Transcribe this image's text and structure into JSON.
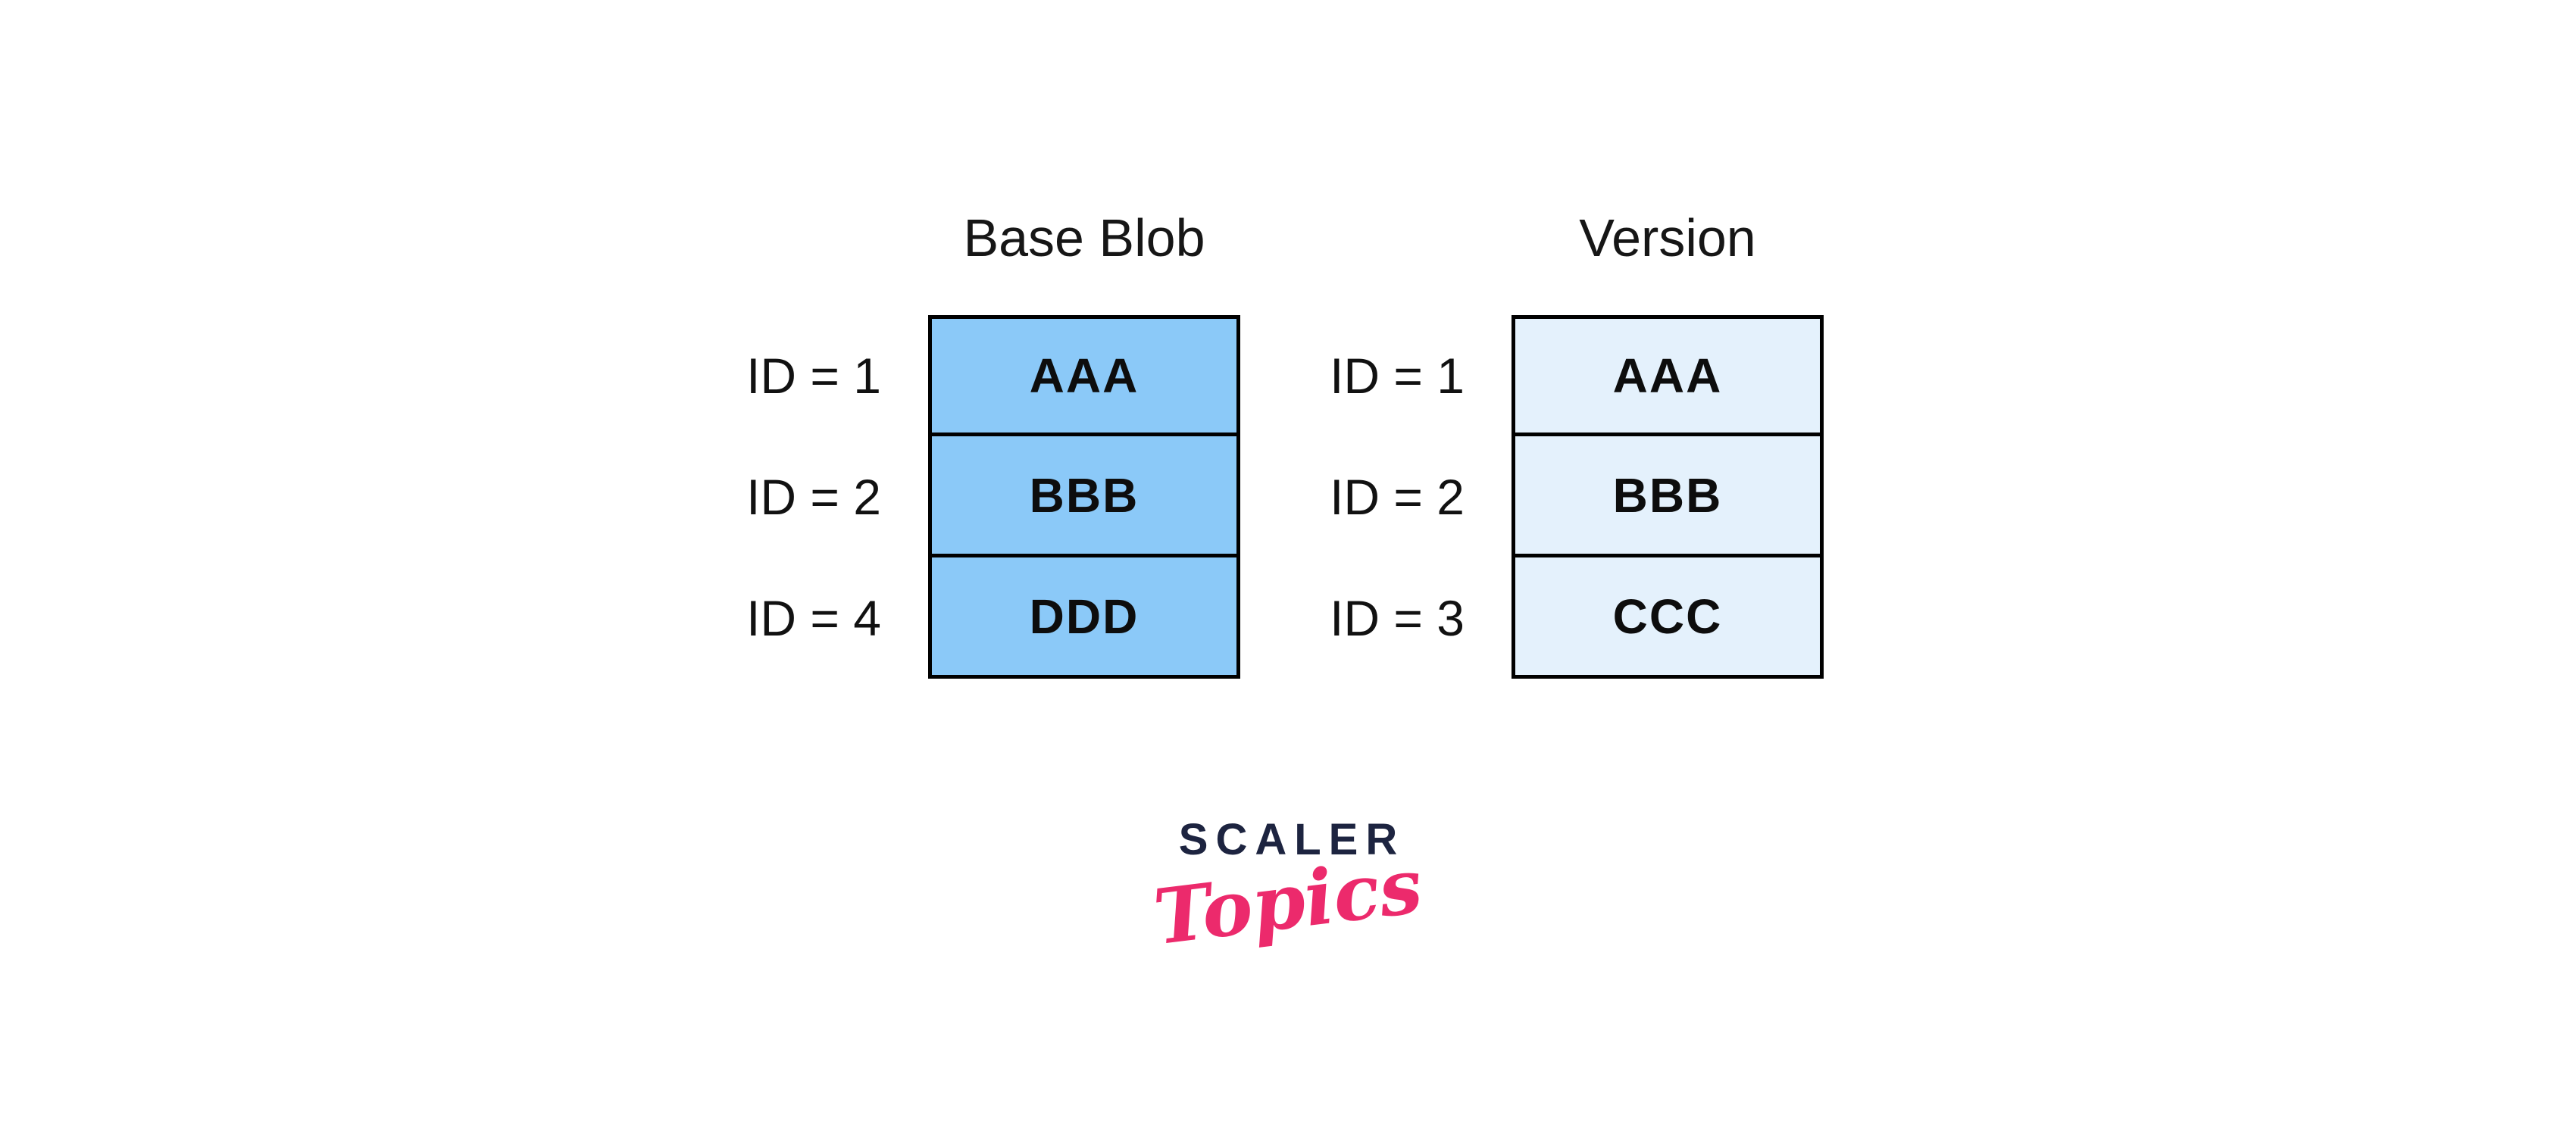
{
  "page": {
    "background": "#ffffff"
  },
  "diagram": {
    "tables": [
      {
        "title": "Base Blob",
        "fill": "#8BC9F8",
        "border_color": "#000000",
        "rows": [
          {
            "id_label": "ID = 1",
            "value": "AAA"
          },
          {
            "id_label": "ID = 2",
            "value": "BBB"
          },
          {
            "id_label": "ID = 4",
            "value": "DDD"
          }
        ]
      },
      {
        "title": "Version",
        "fill": "#E4F1FC",
        "border_color": "#000000",
        "rows": [
          {
            "id_label": "ID = 1",
            "value": "AAA"
          },
          {
            "id_label": "ID = 2",
            "value": "BBB"
          },
          {
            "id_label": "ID = 3",
            "value": "CCC"
          }
        ]
      }
    ]
  },
  "logo": {
    "brand": "SCALER",
    "sub_brand": "Topics",
    "brand_color": "#1D2440",
    "sub_brand_color": "#EC2A6C"
  }
}
